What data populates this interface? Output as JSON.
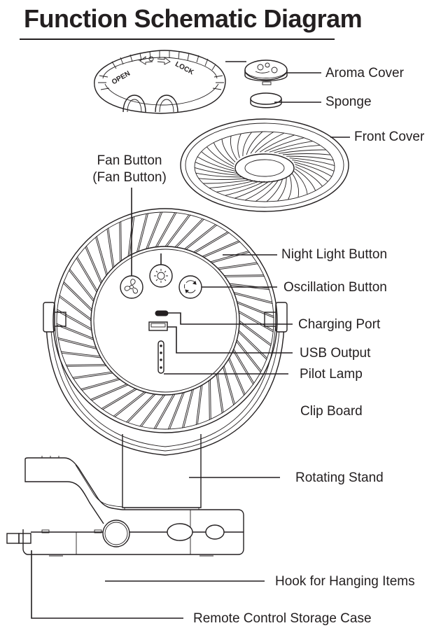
{
  "title": "Function Schematic Diagram",
  "labels": {
    "aroma_cover": "Aroma Cover",
    "sponge": "Sponge",
    "front_cover": "Front Cover",
    "fan_button_line1": "Fan Button",
    "fan_button_line2": "(Fan Button)",
    "night_light_button": "Night Light Button",
    "oscillation_button": "Oscillation Button",
    "charging_port": "Charging Port",
    "usb_output": "USB Output",
    "pilot_lamp": "Pilot Lamp",
    "clip_board": "Clip Board",
    "rotating_stand": "Rotating Stand",
    "hook_for_hanging_items": "Hook for Hanging Items",
    "remote_control_storage_case": "Remote Control Storage Case"
  },
  "aroma_dial": {
    "open_text": "OPEN",
    "lock_text": "LOCK"
  }
}
